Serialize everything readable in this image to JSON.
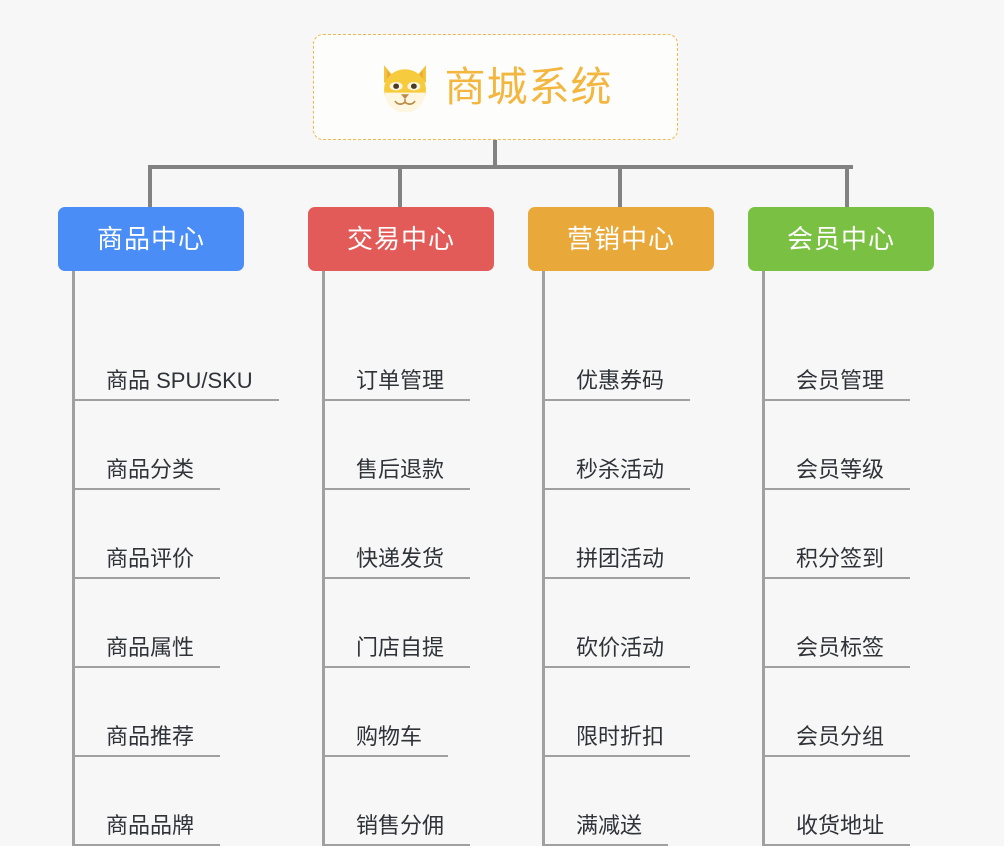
{
  "canvas": {
    "background": "#f7f7f7",
    "connector_color": "#828282",
    "leaf_line_color": "#a0a0a0",
    "leaf_text_color": "#2f3338"
  },
  "root": {
    "title": "商城系统",
    "icon": "dog-face-emoji",
    "text_color": "#f3b740",
    "border_color": "#f0b84a",
    "background": "#fdfdfc"
  },
  "categories": [
    {
      "label": "商品中心",
      "color": "#4a8df6",
      "items": [
        "商品 SPU/SKU",
        "商品分类",
        "商品评价",
        "商品属性",
        "商品推荐",
        "商品品牌"
      ]
    },
    {
      "label": "交易中心",
      "color": "#e35b58",
      "items": [
        "订单管理",
        "售后退款",
        "快递发货",
        "门店自提",
        "购物车",
        "销售分佣"
      ]
    },
    {
      "label": "营销中心",
      "color": "#e9a83a",
      "items": [
        "优惠券码",
        "秒杀活动",
        "拼团活动",
        "砍价活动",
        "限时折扣",
        "满减送"
      ]
    },
    {
      "label": "会员中心",
      "color": "#7ac143",
      "items": [
        "会员管理",
        "会员等级",
        "积分签到",
        "会员标签",
        "会员分组",
        "收货地址"
      ]
    }
  ]
}
